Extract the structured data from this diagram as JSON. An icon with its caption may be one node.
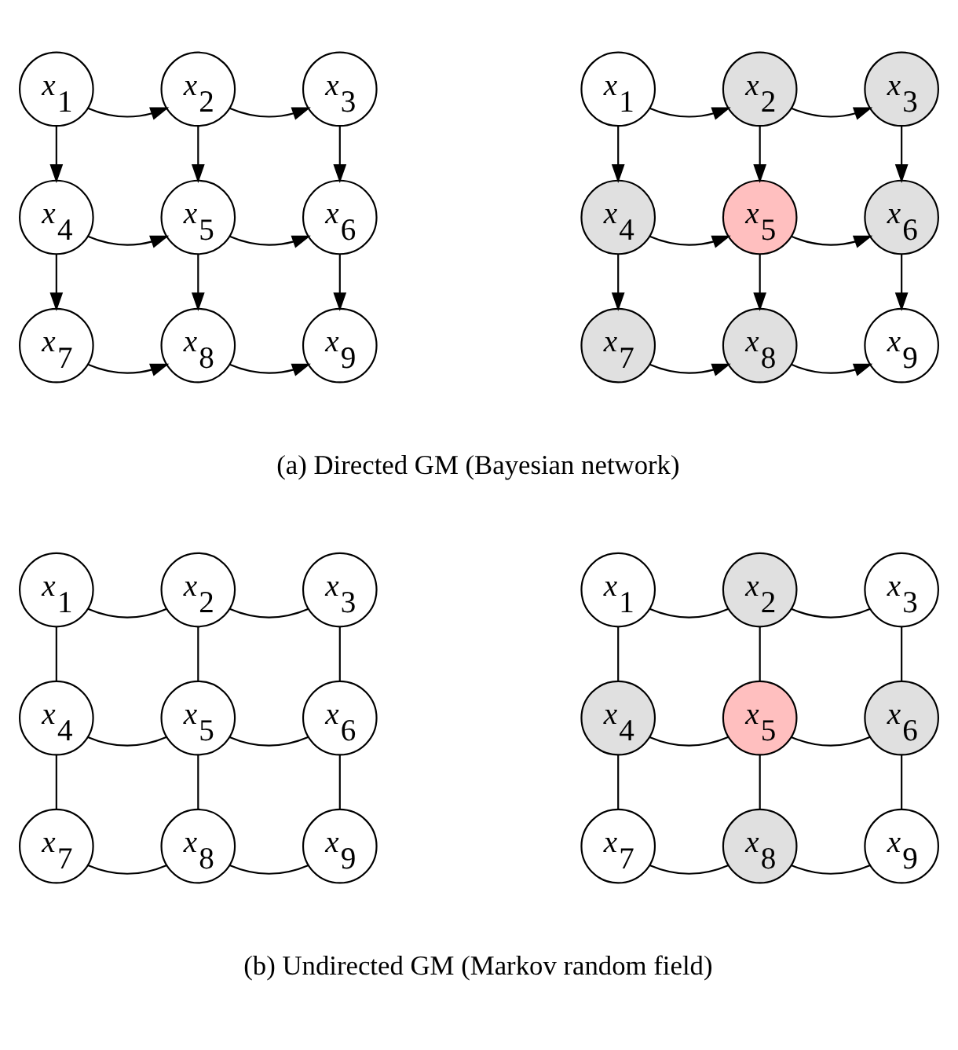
{
  "diagram": {
    "nodes": [
      {
        "text": [
          "x$_{1}$"
        ]
      },
      {
        "text": [
          "x$_{2}$"
        ]
      },
      {
        "text": [
          "x$_{3}$"
        ]
      },
      {
        "text": [
          "x$_{4}$"
        ]
      },
      {
        "text": [
          "x$_{5}$"
        ]
      },
      {
        "text": [
          "x$_{6}$"
        ]
      },
      {
        "text": [
          "x$_{7}$"
        ]
      },
      {
        "text": [
          "x$_{8}$"
        ]
      },
      {
        "text": [
          "x$_{9}$"
        ]
      },
      {
        "text": [
          "x$_{1}$"
        ]
      },
      {
        "text": [
          "x$_{2}$"
        ]
      },
      {
        "text": [
          "x$_{3}$"
        ]
      },
      {
        "text": [
          "x$_{4}$"
        ]
      },
      {
        "text": [
          "x$_{5}$"
        ]
      },
      {
        "text": [
          "x$_{6}$"
        ]
      },
      {
        "text": [
          "x$_{7}$"
        ]
      },
      {
        "text": [
          "x$_{8}$"
        ]
      },
      {
        "text": [
          "x$_{9}$"
        ]
      },
      {
        "text": [
          "x$_{1}$"
        ]
      },
      {
        "text": [
          "x$_{2}$"
        ]
      },
      {
        "text": [
          "x$_{3}$"
        ]
      },
      {
        "text": [
          "x$_{4}$"
        ]
      },
      {
        "text": [
          "x$_{5}$"
        ]
      },
      {
        "text": [
          "x$_{6}$"
        ]
      },
      {
        "text": [
          "x$_{7}$"
        ]
      },
      {
        "text": [
          "x$_{8}$"
        ]
      },
      {
        "text": [
          "x$_{9}$"
        ]
      },
      {
        "text": [
          "x$_{1}$"
        ]
      },
      {
        "text": [
          "x$_{2}$"
        ]
      },
      {
        "text": [
          "x$_{3}$"
        ]
      },
      {
        "text": [
          "x$_{4}$"
        ]
      },
      {
        "text": [
          "x$_{5}$"
        ]
      },
      {
        "text": [
          "x$_{6}$"
        ]
      },
      {
        "text": [
          "x$_{7}$"
        ]
      },
      {
        "text": [
          "x$_{8}$"
        ]
      },
      {
        "text": [
          "x$_{9}$"
        ]
      }
    ],
    "edges": [
      {
        "from": 0,
        "to": 1,
        "arrow": "to"
      },
      {
        "from": 1,
        "to": 2,
        "arrow": "to"
      },
      {
        "from": 0,
        "to": 3,
        "arrow": "to"
      },
      {
        "from": 1,
        "to": 4,
        "arrow": "to"
      },
      {
        "from": 2,
        "to": 5,
        "arrow": "to"
      },
      {
        "from": 3,
        "to": 4,
        "arrow": "to"
      },
      {
        "from": 4,
        "to": 5,
        "arrow": "to"
      },
      {
        "from": 3,
        "to": 6,
        "arrow": "to"
      },
      {
        "from": 4,
        "to": 7,
        "arrow": "to"
      },
      {
        "from": 5,
        "to": 8,
        "arrow": "to"
      },
      {
        "from": 6,
        "to": 7,
        "arrow": "to"
      },
      {
        "from": 7,
        "to": 8,
        "arrow": "to"
      },
      {
        "from": 9,
        "to": 10,
        "arrow": "to"
      },
      {
        "from": 10,
        "to": 11,
        "arrow": "to"
      },
      {
        "from": 9,
        "to": 12,
        "arrow": "to"
      },
      {
        "from": 10,
        "to": 13,
        "arrow": "to"
      },
      {
        "from": 11,
        "to": 14,
        "arrow": "to"
      },
      {
        "from": 12,
        "to": 13,
        "arrow": "to"
      },
      {
        "from": 13,
        "to": 14,
        "arrow": "to"
      },
      {
        "from": 12,
        "to": 15,
        "arrow": "to"
      },
      {
        "from": 13,
        "to": 16,
        "arrow": "to"
      },
      {
        "from": 14,
        "to": 17,
        "arrow": "to"
      },
      {
        "from": 15,
        "to": 16,
        "arrow": "to"
      },
      {
        "from": 16,
        "to": 17,
        "arrow": "to"
      },
      {
        "from": 18,
        "to": 19,
        "arrow": "none"
      },
      {
        "from": 19,
        "to": 20,
        "arrow": "none"
      },
      {
        "from": 18,
        "to": 21,
        "arrow": "none"
      },
      {
        "from": 19,
        "to": 22,
        "arrow": "none"
      },
      {
        "from": 20,
        "to": 23,
        "arrow": "none"
      },
      {
        "from": 21,
        "to": 22,
        "arrow": "none"
      },
      {
        "from": 22,
        "to": 23,
        "arrow": "none"
      },
      {
        "from": 21,
        "to": 24,
        "arrow": "none"
      },
      {
        "from": 22,
        "to": 25,
        "arrow": "none"
      },
      {
        "from": 23,
        "to": 26,
        "arrow": "none"
      },
      {
        "from": 24,
        "to": 25,
        "arrow": "none"
      },
      {
        "from": 25,
        "to": 26,
        "arrow": "none"
      },
      {
        "from": 27,
        "to": 28,
        "arrow": "none"
      },
      {
        "from": 28,
        "to": 29,
        "arrow": "none"
      },
      {
        "from": 27,
        "to": 30,
        "arrow": "none"
      },
      {
        "from": 28,
        "to": 31,
        "arrow": "none"
      },
      {
        "from": 29,
        "to": 32,
        "arrow": "none"
      },
      {
        "from": 30,
        "to": 31,
        "arrow": "none"
      },
      {
        "from": 31,
        "to": 32,
        "arrow": "none"
      },
      {
        "from": 30,
        "to": 33,
        "arrow": "none"
      },
      {
        "from": 31,
        "to": 34,
        "arrow": "none"
      },
      {
        "from": 32,
        "to": 35,
        "arrow": "none"
      },
      {
        "from": 33,
        "to": 34,
        "arrow": "none"
      },
      {
        "from": 34,
        "to": 35,
        "arrow": "none"
      }
    ],
    "labels": [
      "(a) Directed GM (Bayesian network)",
      "(b) Undirected GM (Markov random field)"
    ]
  }
}
